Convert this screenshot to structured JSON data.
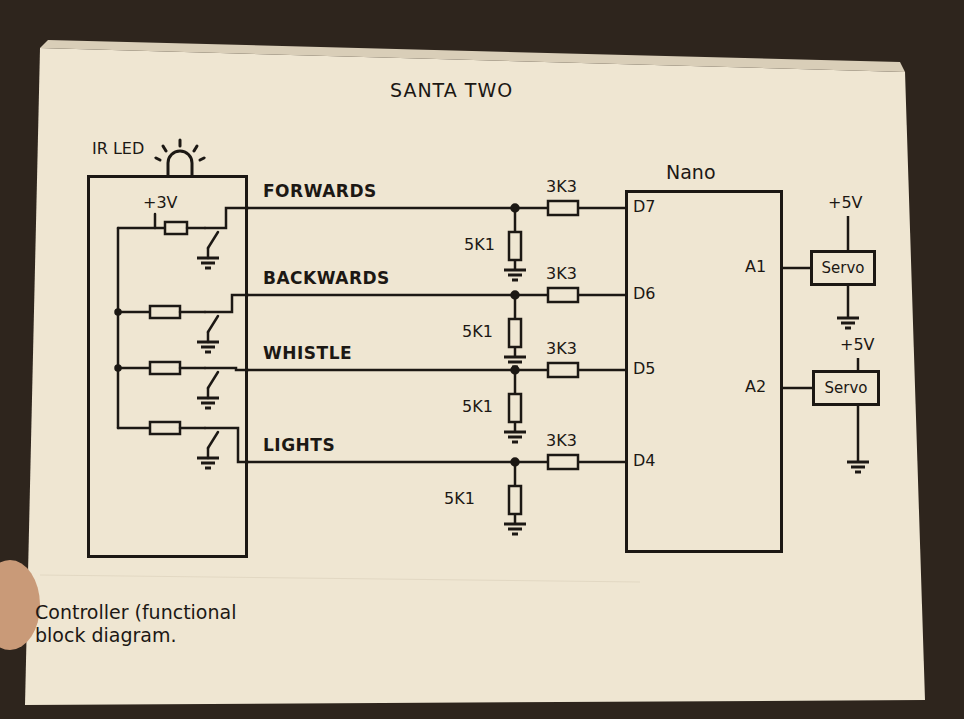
{
  "diagram": {
    "title": "SANTA TWO",
    "nodes": [
      {
        "text": [
          "Controller (functional block diagram."
        ]
      },
      {
        "text": [
          "Nano"
        ]
      },
      {
        "text": [
          "Servo"
        ]
      },
      {
        "text": [
          "Servo"
        ]
      }
    ],
    "edges": [
      {
        "from": 0,
        "to": 1,
        "arrow": "none",
        "label": "FORWARDS"
      },
      {
        "from": 0,
        "to": 1,
        "arrow": "none",
        "label": "BACKWARDS"
      },
      {
        "from": 0,
        "to": 1,
        "arrow": "none",
        "label": "WHISTLE"
      },
      {
        "from": 0,
        "to": 1,
        "arrow": "none",
        "label": "LIGHTS"
      },
      {
        "from": 1,
        "to": 2,
        "arrow": "none"
      },
      {
        "from": 1,
        "to": 3,
        "arrow": "none"
      }
    ],
    "labels": [
      "IR LED",
      "+3V",
      "3K3",
      "5K1",
      "3K3",
      "5K1",
      "3K3",
      "5K1",
      "3K3",
      "5K1",
      "D7",
      "D6",
      "D5",
      "D4",
      "+5V",
      "A1",
      "+5V",
      "A2"
    ]
  }
}
